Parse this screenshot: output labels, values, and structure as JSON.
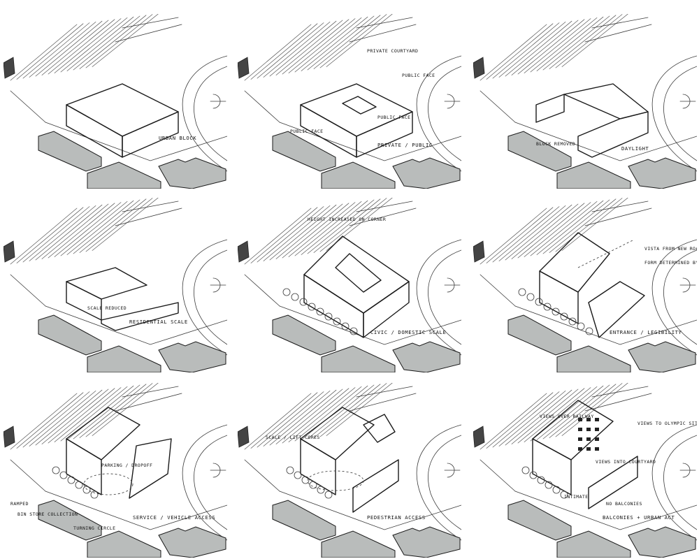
{
  "panels": [
    {
      "caption": "URBAN BLOCK",
      "notes": []
    },
    {
      "caption": "PRIVATE / PUBLIC",
      "notes": [
        "PRIVATE COURTYARD",
        "PUBLIC FACE",
        "PUBLIC FACE",
        "PUBLIC FACE"
      ]
    },
    {
      "caption": "DAYLIGHT",
      "notes": [
        "BLOCK REMOVED"
      ]
    },
    {
      "caption": "RESIDENTIAL SCALE",
      "notes": [
        "SCALE REDUCED"
      ]
    },
    {
      "caption": "CIVIC / DOMESTIC SCALE",
      "notes": [
        "HEIGHT INCREASED ON CORNER"
      ]
    },
    {
      "caption": "ENTRANCE / LEGIBILITY",
      "notes": [
        "VISTA FROM NEW ROAD",
        "FORM DETERMINED BY HISTORICAL CONTEXT"
      ]
    },
    {
      "caption": "SERVICE / VEHICLE ACCESS",
      "notes": [
        "RAMPED",
        "BIN STORE COLLECTION",
        "TURNING CIRCLE",
        "PARKING / DROPOFF"
      ]
    },
    {
      "caption": "PEDESTRIAN ACCESS",
      "notes": [
        "SCALE / LIFT CORES"
      ]
    },
    {
      "caption": "BALCONIES + URBAN ACT",
      "notes": [
        "VIEWS OVER RAILWAY",
        "VIEWS TO OLYMPIC SITE",
        "VIEWS INTO COURTYARD",
        "INTIMATE",
        "NO BALCONIES"
      ]
    }
  ]
}
